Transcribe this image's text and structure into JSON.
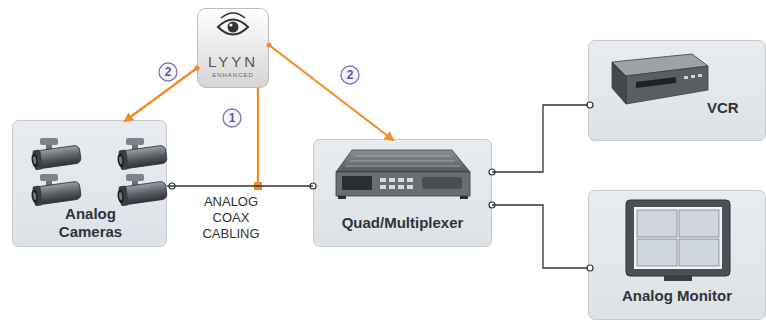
{
  "diagram": {
    "nodes": [
      {
        "text": [
          "LYYN",
          "ENHANCED"
        ]
      },
      {
        "text": [
          "Analog Cameras"
        ]
      },
      {
        "text": [
          "Quad/Multiplexer"
        ]
      },
      {
        "text": [
          "VCR"
        ]
      },
      {
        "text": [
          "Analog Monitor"
        ]
      }
    ],
    "edges": [
      {
        "from": 1,
        "to": 2,
        "arrow": "none",
        "label": "ANALOG COAX CABLING"
      },
      {
        "from": 2,
        "to": 3,
        "arrow": "none"
      },
      {
        "from": 2,
        "to": 4,
        "arrow": "none"
      },
      {
        "from": 0,
        "to": 1,
        "arrow": "to"
      },
      {
        "from": 0,
        "to": 2,
        "arrow": "to"
      }
    ],
    "labels": [
      "2",
      "1",
      "2"
    ]
  }
}
